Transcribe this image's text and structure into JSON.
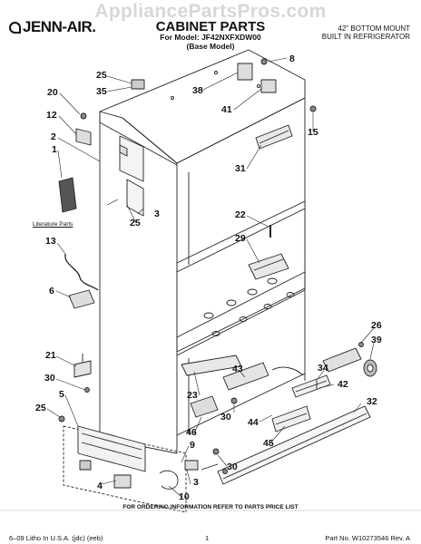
{
  "watermark": "AppliancePartsPros.com",
  "brand": "JENN-AIR.",
  "title": "CABINET PARTS",
  "model_line": "For Model: JF42NXFXDW00",
  "base_line": "(Base Model)",
  "description": [
    "42\" BOTTOM MOUNT",
    "BUILT IN REFRIGERATOR"
  ],
  "literature_label": "Literature Parts",
  "footnote": "FOR ORDERING INFORMATION REFER TO PARTS PRICE LIST",
  "footer": {
    "left": "6–09 Litho In U.S.A. (jdc) (eeb)",
    "page": "1",
    "right": "Part No. W10273546 Rev. A"
  },
  "callouts": [
    "25",
    "35",
    "20",
    "12",
    "2",
    "1",
    "13",
    "6",
    "21",
    "30",
    "5",
    "25",
    "4",
    "25",
    "3",
    "38",
    "41",
    "8",
    "15",
    "31",
    "22",
    "29",
    "26",
    "39",
    "34",
    "43",
    "23",
    "42",
    "32",
    "30",
    "44",
    "46",
    "45",
    "9",
    "3",
    "10",
    "30"
  ]
}
